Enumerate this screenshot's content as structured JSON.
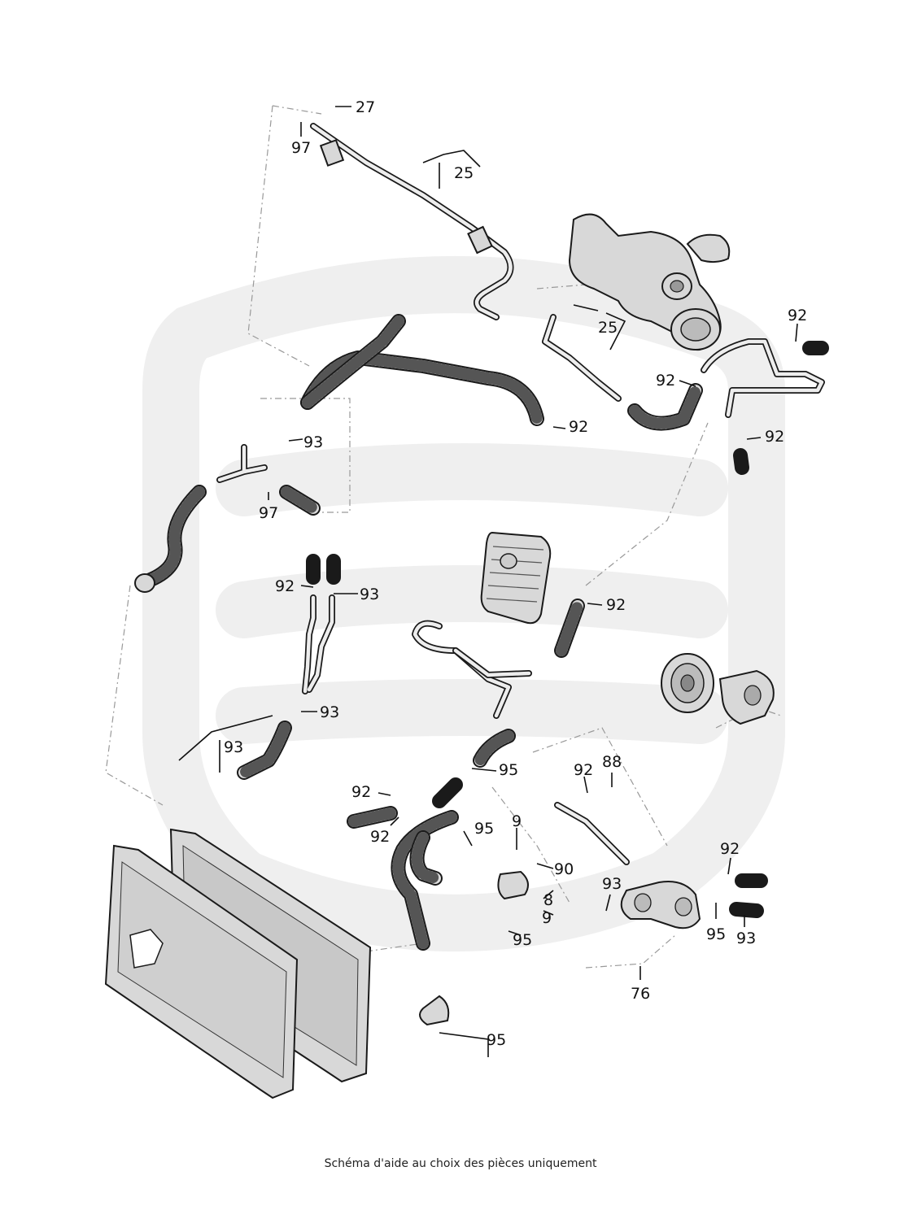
{
  "caption": "Schéma d'aide au choix des pièces uniquement",
  "callouts": [
    "27",
    "97",
    "25",
    "25",
    "92",
    "92",
    "92",
    "92",
    "93",
    "97",
    "92",
    "93",
    "92",
    "93",
    "93",
    "92",
    "95",
    "92",
    "92",
    "95",
    "9",
    "90",
    "8",
    "9",
    "95",
    "88",
    "92",
    "93",
    "95",
    "93",
    "76",
    "95",
    "8"
  ],
  "colors": {
    "line": "#1a1a1a",
    "part_fill": "#d8d8d8",
    "watermark": "#efefef",
    "dashed_leader": "#999999"
  }
}
